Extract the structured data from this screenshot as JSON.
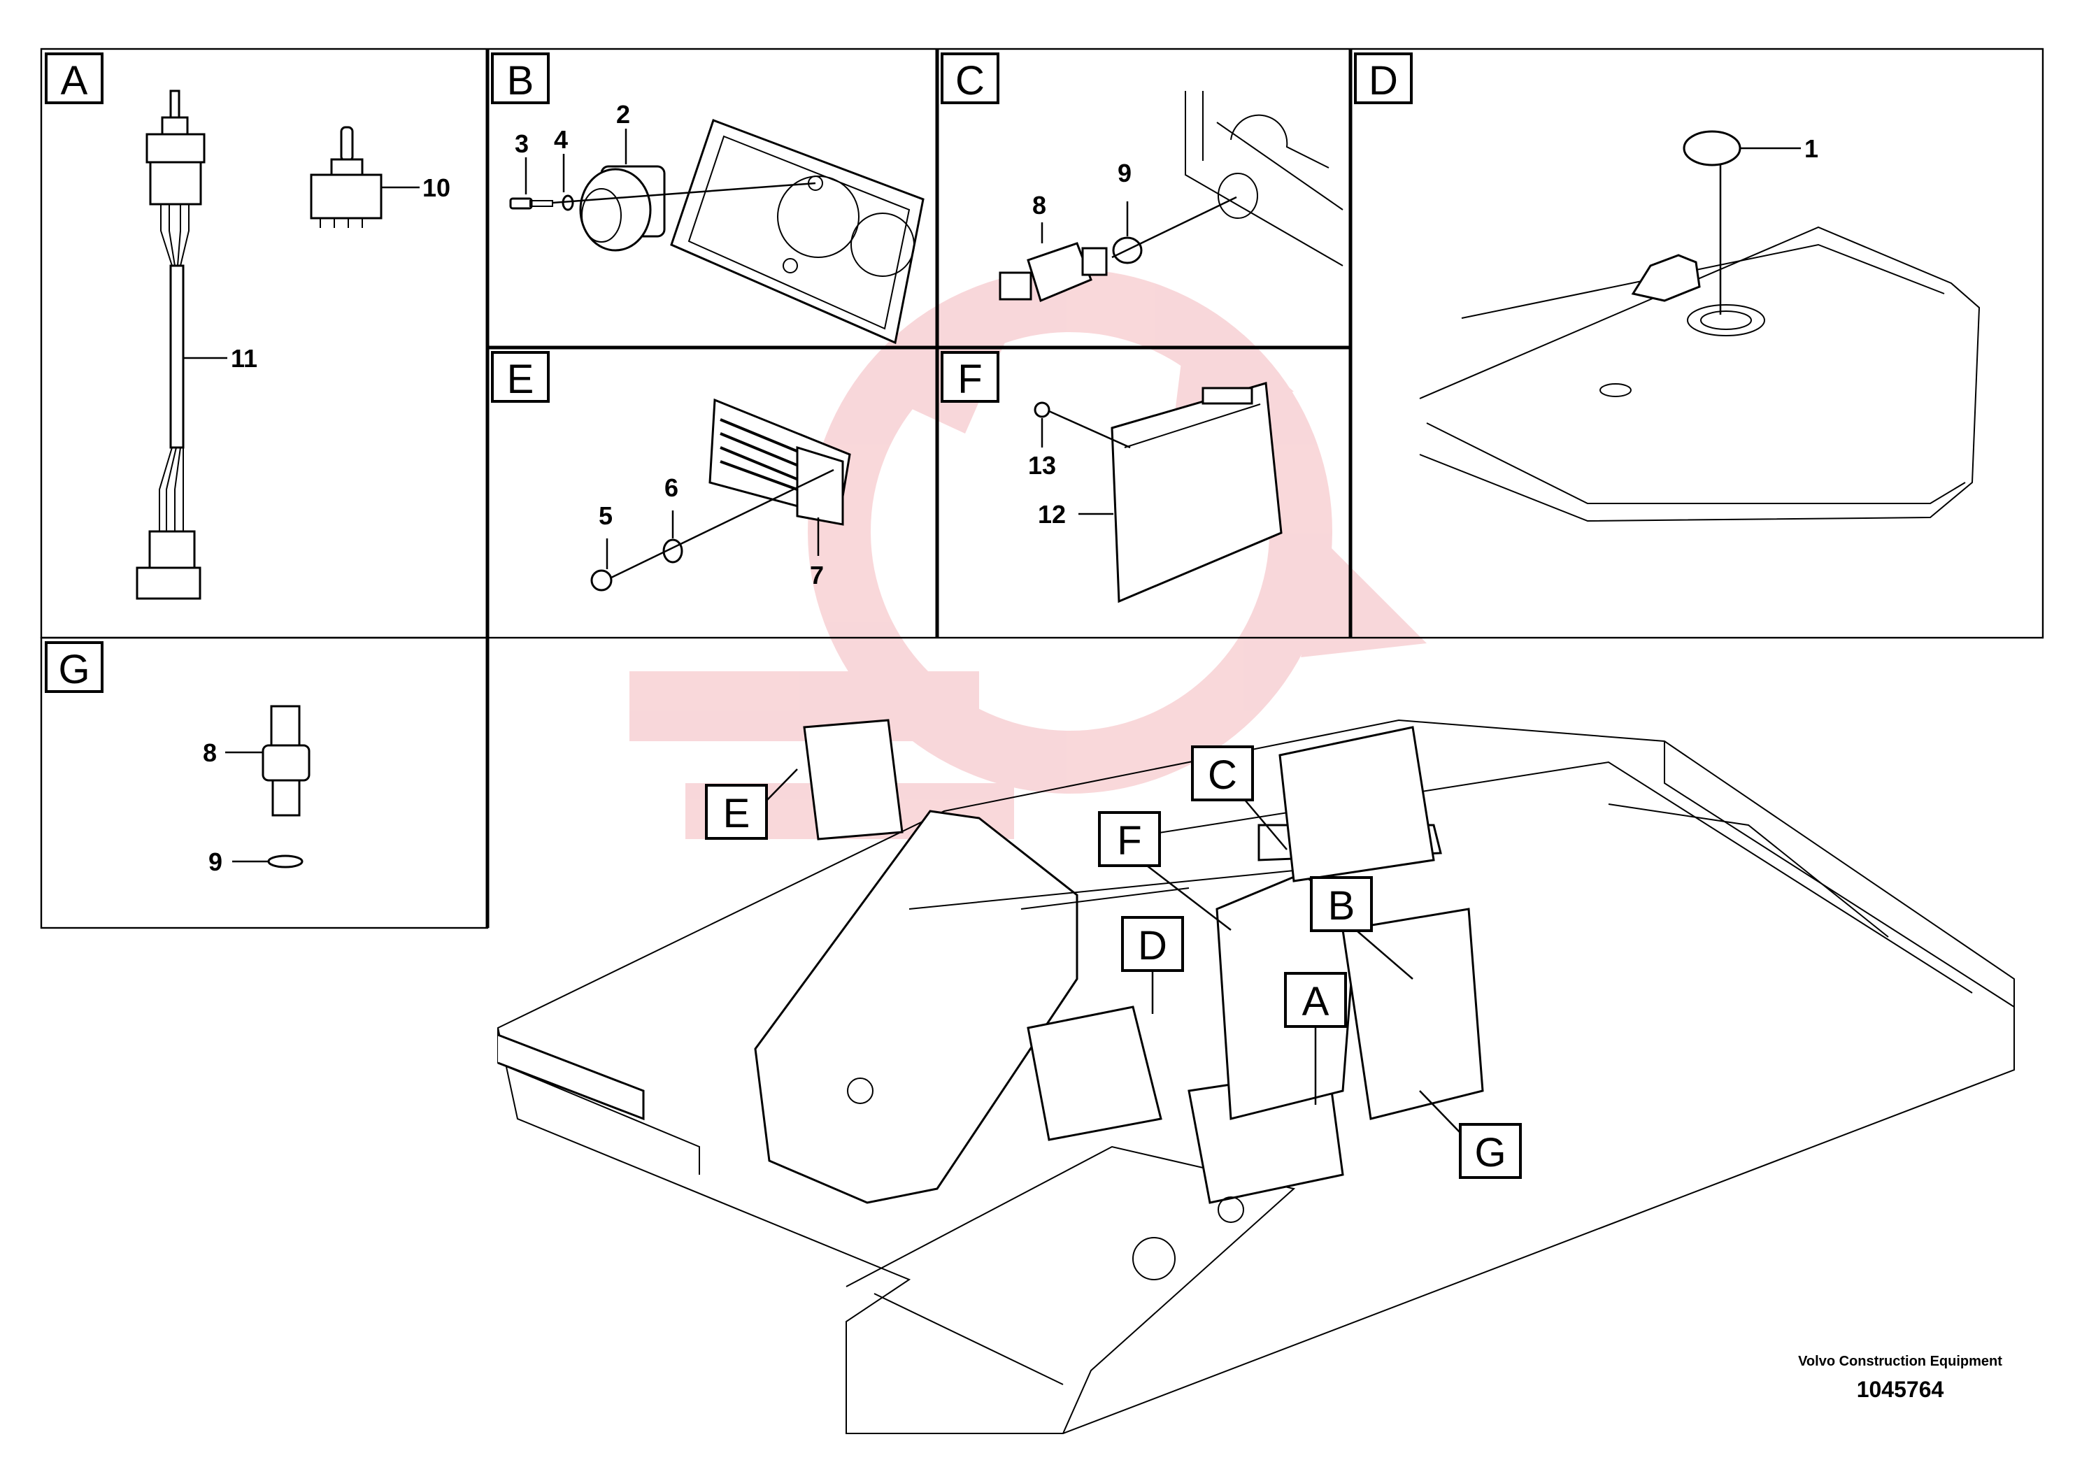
{
  "panels": [
    {
      "letter": "A"
    },
    {
      "letter": "B"
    },
    {
      "letter": "C"
    },
    {
      "letter": "D"
    },
    {
      "letter": "E"
    },
    {
      "letter": "F"
    },
    {
      "letter": "G"
    }
  ],
  "part_numbers": {
    "p1": "1",
    "p2": "2",
    "p3": "3",
    "p4": "4",
    "p5": "5",
    "p6": "6",
    "p7": "7",
    "p8": "8",
    "p9": "9",
    "p10": "10",
    "p11": "11",
    "p12": "12",
    "p13": "13",
    "p8g": "8",
    "p9g": "9"
  },
  "callouts": [
    "E",
    "C",
    "F",
    "D",
    "B",
    "A",
    "G"
  ],
  "footer": {
    "brand": "Volvo Construction Equipment",
    "drawing_number": "1045764"
  },
  "colors": {
    "line": "#000000",
    "watermark": "#f4b8bc",
    "background": "#ffffff"
  }
}
